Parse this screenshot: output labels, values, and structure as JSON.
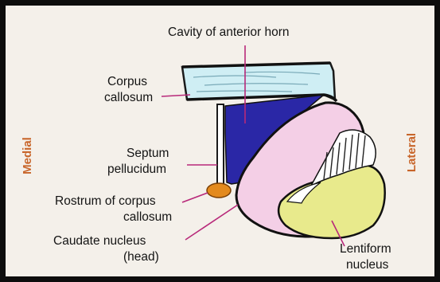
{
  "figure": {
    "labels": {
      "cavity_anterior_horn": "Cavity of anterior horn",
      "corpus_callosum": [
        "Corpus",
        "callosum"
      ],
      "septum_pellucidum": [
        "Septum",
        "pellucidum"
      ],
      "rostrum_corpus_callosum": [
        "Rostrum of corpus",
        "callosum"
      ],
      "caudate_nucleus_head": [
        "Caudate nucleus",
        "(head)"
      ],
      "lentiform_nucleus": [
        "Lentiform",
        "nucleus"
      ]
    },
    "sides": {
      "medial": "Medial",
      "lateral": "Lateral"
    },
    "colors": {
      "leader_line": "#b8297a",
      "ventricle_cavity": "#2a27a6",
      "corpus_callosum_fill": "#cfeef4",
      "caudate_fill": "#f4cfe6",
      "lentiform_fill": "#e8ea8c",
      "side_label": "#c8652a",
      "rostrum": "#e38a1e"
    }
  }
}
